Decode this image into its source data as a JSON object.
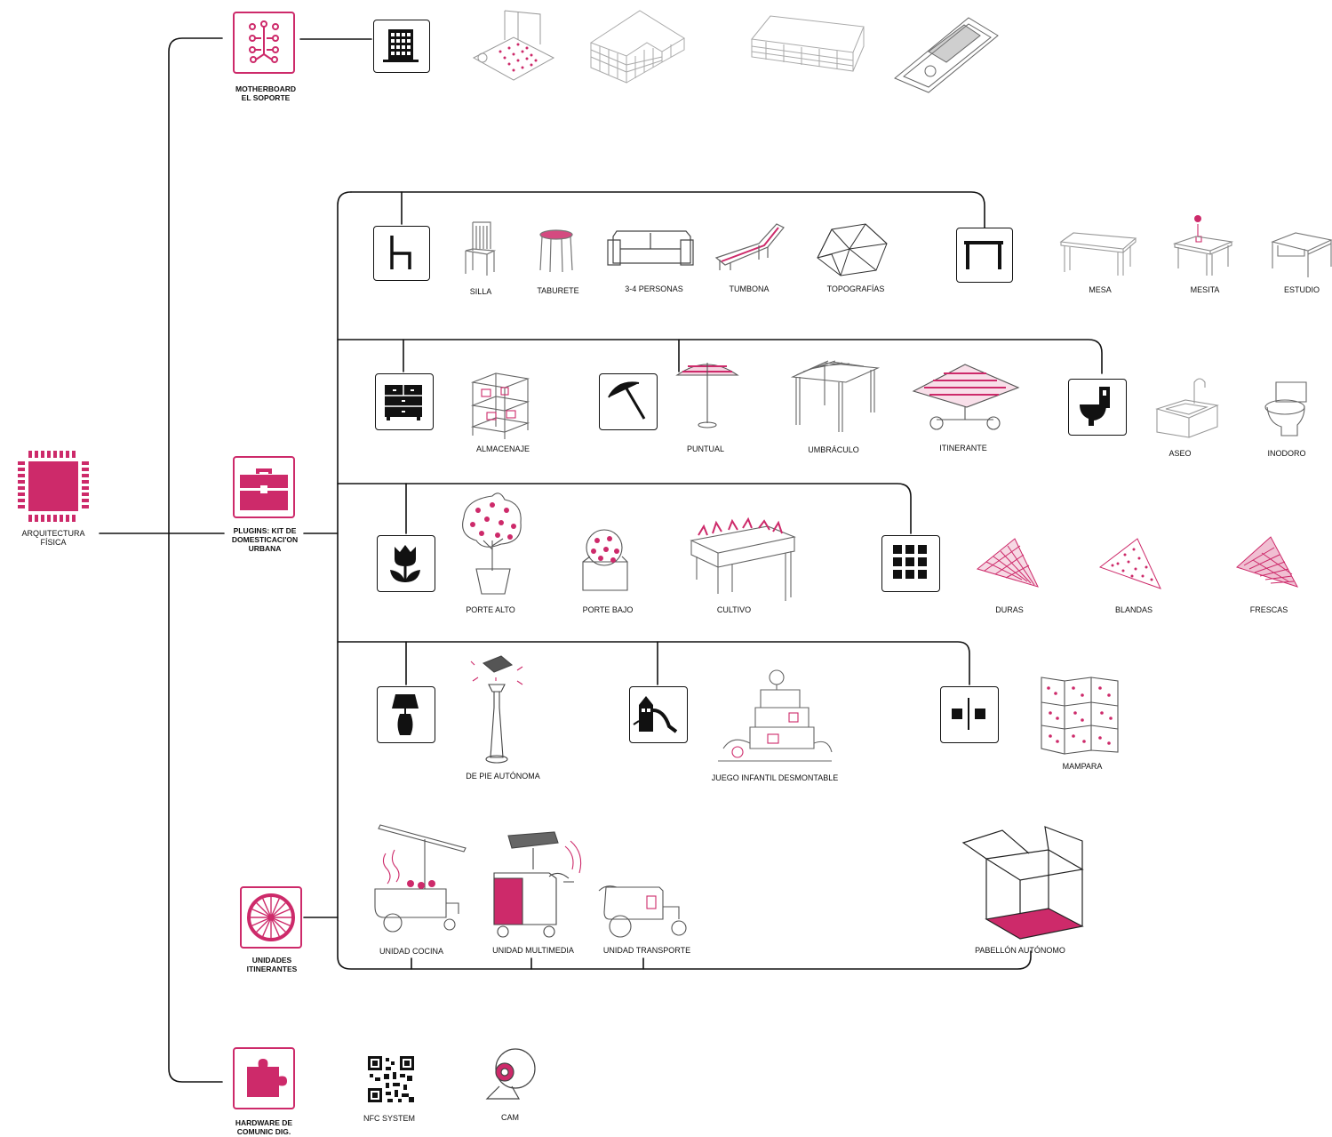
{
  "colors": {
    "accent": "#cd2a6a",
    "line": "#111111",
    "sketch": "#8a8a8a"
  },
  "root": {
    "label_line1": "ARQUITECTURA",
    "label_line2": "FÍSICA",
    "icon": "chip-icon"
  },
  "branches": {
    "motherboard": {
      "line1": "MOTHERBOARD",
      "line2": "EL SOPORTE",
      "icon": "circuit-icon"
    },
    "plugins": {
      "line1": "PLUGINS: KIT DE",
      "line2": "DOMESTICACI'ON",
      "line3": "URBANA",
      "icon": "briefcase-icon"
    },
    "unidades": {
      "line1": "UNIDADES",
      "line2": "ITINERANTES",
      "icon": "wheel-icon"
    },
    "hardware": {
      "line1": "HARDWARE DE",
      "line2": "COMUNIC DIG.",
      "icon": "puzzle-icon"
    }
  },
  "items": {
    "silla": "SILLA",
    "taburete": "TABURETE",
    "personas": "3-4 PERSONAS",
    "tumbona": "TUMBONA",
    "topografias": "TOPOGRAFÍAS",
    "mesa": "MESA",
    "mesita": "MESITA",
    "estudio": "ESTUDIO",
    "almacenaje": "ALMACENAJE",
    "puntual": "PUNTUAL",
    "umbraculo": "UMBRÁCULO",
    "itinerante": "ITINERANTE",
    "aseo": "ASEO",
    "inodoro": "INODORO",
    "porte_alto": "PORTE ALTO",
    "porte_bajo": "PORTE BAJO",
    "cultivo": "CULTIVO",
    "duras": "DURAS",
    "blandas": "BLANDAS",
    "frescas": "FRESCAS",
    "de_pie": "DE PIE AUTÓNOMA",
    "juego": "JUEGO INFANTIL DESMONTABLE",
    "mampara": "MAMPARA",
    "cocina": "UNIDAD COCINA",
    "multimedia": "UNIDAD MULTIMEDIA",
    "transporte": "UNIDAD TRANSPORTE",
    "pabellon": "PABELLÓN AUTÓNOMO",
    "nfc": "NFC SYSTEM",
    "cam": "CAM"
  },
  "category_icons": [
    "building-icon",
    "chair-icon",
    "table-icon",
    "dresser-icon",
    "umbrella-icon",
    "toilet-icon",
    "tulip-icon",
    "grid-icon",
    "lamp-icon",
    "playground-icon",
    "partition-icon"
  ]
}
